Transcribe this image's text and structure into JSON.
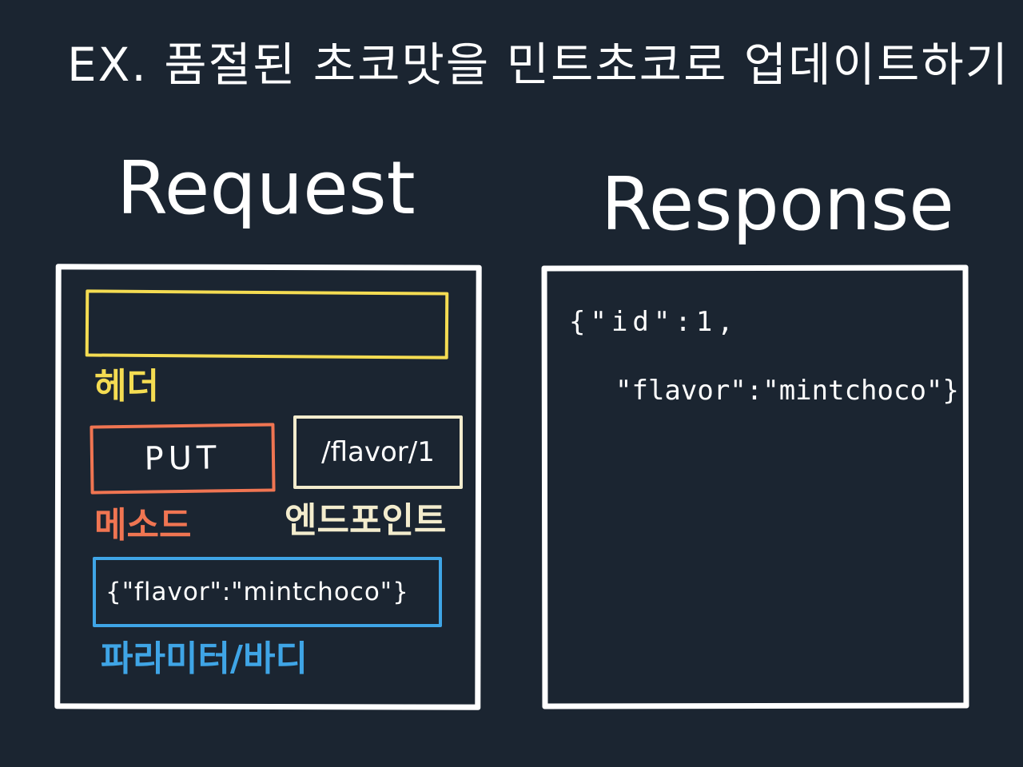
{
  "title": "EX. 품절된 초코맛을 민트초코로 업데이트하기",
  "request": {
    "heading": "Request",
    "header_box_text": "",
    "header_label": "헤더",
    "method_value": "PUT",
    "method_label": "메소드",
    "endpoint_value": "/flavor/1",
    "endpoint_label": "엔드포인트",
    "body_value": "{\"flavor\":\"mintchoco\"}",
    "body_label": "파라미터/바디"
  },
  "response": {
    "heading": "Response",
    "line1": "{\"id\":1,",
    "line2": "\"flavor\":\"mintchoco\"}"
  },
  "colors": {
    "background": "#1b2531",
    "header": "#f4dc52",
    "method": "#f07552",
    "endpoint": "#f3eccd",
    "body": "#3fa5e6",
    "panel_border": "#ffffff"
  }
}
